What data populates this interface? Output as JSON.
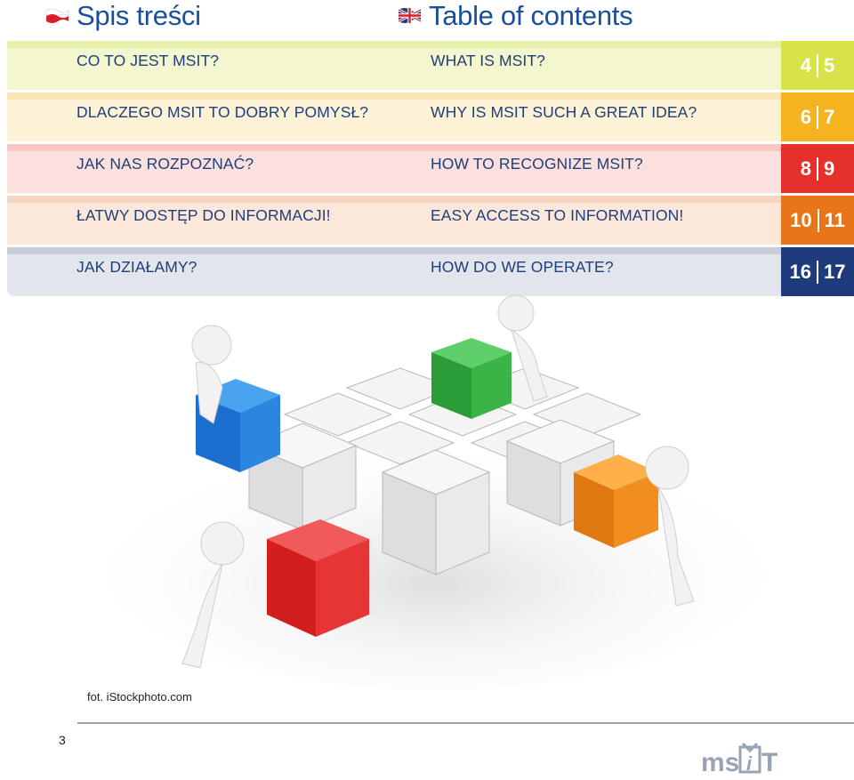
{
  "header": {
    "pl_title": "Spis treści",
    "en_title": "Table of contents"
  },
  "toc": [
    {
      "pl": "CO TO JEST MSIT?",
      "en": "WHAT IS MSIT?",
      "p1": "4",
      "p2": "5",
      "band": "#e9efa8",
      "body": "#f3f6cf",
      "tab": "#d8e34a"
    },
    {
      "pl": "DLACZEGO MSIT TO DOBRY POMYSŁ?",
      "en": "WHY IS MSIT SUCH A GREAT IDEA?",
      "p1": "6",
      "p2": "7",
      "band": "#fbe7b3",
      "body": "#fdf2d6",
      "tab": "#f4b31f"
    },
    {
      "pl": "JAK NAS ROZPOZNAĆ?",
      "en": "HOW TO RECOGNIZE MSIT?",
      "p1": "8",
      "p2": "9",
      "band": "#f8c8c4",
      "body": "#fbe0de",
      "tab": "#e5302b"
    },
    {
      "pl": "ŁATWY DOSTĘP DO INFORMACJI!",
      "en": "EASY ACCESS TO INFORMATION!",
      "p1": "10",
      "p2": "11",
      "band": "#f6d5be",
      "body": "#fbe8da",
      "tab": "#e8751a"
    },
    {
      "pl": "JAK DZIAŁAMY?",
      "en": "HOW DO WE OPERATE?",
      "p1": "16",
      "p2": "17",
      "band": "#c7ccd8",
      "body": "#e2e5ec",
      "tab": "#1e3c7c"
    }
  ],
  "photo": {
    "credit": "fot. iStockphoto.com"
  },
  "footer": {
    "page_number": "3",
    "logo_text": "msit"
  }
}
